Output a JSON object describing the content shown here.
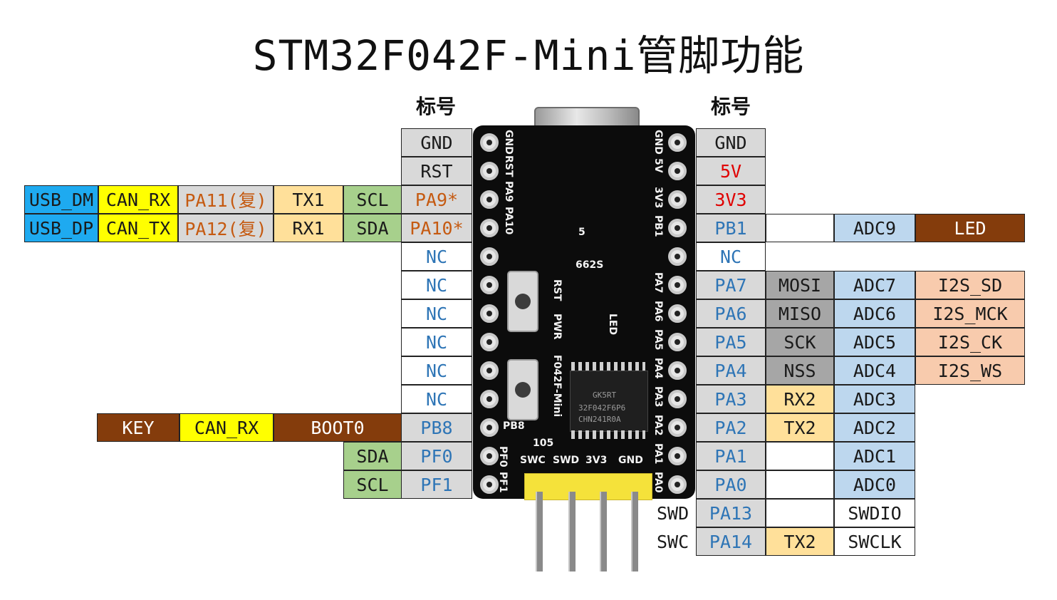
{
  "title": "STM32F042F-Mini管脚功能",
  "left_header": "标号",
  "right_header": "标号",
  "colors": {
    "usb": "#1eaaf0",
    "can": "#ffff00",
    "pa_remap": "#d9d9d9",
    "uart": "#ffe09a",
    "i2c": "#a7d08c",
    "pin": "#d9d9d9",
    "brown": "#843c0c",
    "spi": "#a6a6a6",
    "adc": "#bdd7ee",
    "i2s": "#f8cbad",
    "red_text": "#e00000",
    "orange_text": "#c55a11",
    "blue_text": "#2e75b6"
  },
  "left_pins": [
    {
      "label": "GND"
    },
    {
      "label": "RST"
    },
    {
      "label": "PA9*"
    },
    {
      "label": "PA10*"
    },
    {
      "label": "NC"
    },
    {
      "label": "NC"
    },
    {
      "label": "NC"
    },
    {
      "label": "NC"
    },
    {
      "label": "NC"
    },
    {
      "label": "NC"
    },
    {
      "label": "PB8"
    },
    {
      "label": "PF0"
    },
    {
      "label": "PF1"
    }
  ],
  "left_functions": [
    {
      "row": 2,
      "cells": [
        {
          "text": "USB_DM"
        },
        {
          "text": "CAN_RX"
        },
        {
          "text": "PA11(复)"
        },
        {
          "text": "TX1"
        },
        {
          "text": "SCL"
        }
      ]
    },
    {
      "row": 3,
      "cells": [
        {
          "text": "USB_DP"
        },
        {
          "text": "CAN_TX"
        },
        {
          "text": "PA12(复)"
        },
        {
          "text": "RX1"
        },
        {
          "text": "SDA"
        }
      ]
    },
    {
      "row": 10,
      "cells": [
        {
          "text": "KEY"
        },
        {
          "text": "CAN_RX"
        },
        {
          "text": "BOOT0"
        }
      ]
    },
    {
      "row": 11,
      "cells": [
        {
          "text": "SDA"
        }
      ]
    },
    {
      "row": 12,
      "cells": [
        {
          "text": "SCL"
        }
      ]
    }
  ],
  "right_pins": [
    {
      "label": "GND"
    },
    {
      "label": "5V"
    },
    {
      "label": "3V3"
    },
    {
      "label": "PB1"
    },
    {
      "label": "NC"
    },
    {
      "label": "PA7"
    },
    {
      "label": "PA6"
    },
    {
      "label": "PA5"
    },
    {
      "label": "PA4"
    },
    {
      "label": "PA3"
    },
    {
      "label": "PA2"
    },
    {
      "label": "PA1"
    },
    {
      "label": "PA0"
    },
    {
      "label": "PA13"
    },
    {
      "label": "PA14"
    }
  ],
  "right_functions": [
    {
      "row": 3,
      "cells": [
        {
          "text": ""
        },
        {
          "text": "ADC9"
        },
        {
          "text": "LED"
        }
      ]
    },
    {
      "row": 5,
      "cells": [
        {
          "text": "MOSI"
        },
        {
          "text": "ADC7"
        },
        {
          "text": "I2S_SD"
        }
      ]
    },
    {
      "row": 6,
      "cells": [
        {
          "text": "MISO"
        },
        {
          "text": "ADC6"
        },
        {
          "text": "I2S_MCK"
        }
      ]
    },
    {
      "row": 7,
      "cells": [
        {
          "text": "SCK"
        },
        {
          "text": "ADC5"
        },
        {
          "text": "I2S_CK"
        }
      ]
    },
    {
      "row": 8,
      "cells": [
        {
          "text": "NSS"
        },
        {
          "text": "ADC4"
        },
        {
          "text": "I2S_WS"
        }
      ]
    },
    {
      "row": 9,
      "cells": [
        {
          "text": "RX2"
        },
        {
          "text": "ADC3"
        }
      ]
    },
    {
      "row": 10,
      "cells": [
        {
          "text": "TX2"
        },
        {
          "text": "ADC2"
        }
      ]
    },
    {
      "row": 11,
      "cells": [
        {
          "text": ""
        },
        {
          "text": "ADC1"
        }
      ]
    },
    {
      "row": 12,
      "cells": [
        {
          "text": ""
        },
        {
          "text": "ADC0"
        }
      ]
    },
    {
      "row": 13,
      "cells": [
        {
          "text": ""
        },
        {
          "text": "SWDIO"
        }
      ]
    },
    {
      "row": 14,
      "cells": [
        {
          "text": "TX2"
        },
        {
          "text": "SWCLK"
        }
      ]
    }
  ],
  "swd_labels": {
    "swd": "SWD",
    "swc": "SWC"
  },
  "board": {
    "left_silk": [
      "GND",
      "RST",
      "PA9",
      "PA10"
    ],
    "right_silk": [
      "GND",
      "5V",
      "3V3",
      "PB1",
      "PA7",
      "PA6",
      "PA5",
      "PA4",
      "PA3",
      "PA2",
      "PA1",
      "PA0"
    ],
    "bottom_silk": [
      "SWC",
      "SWD",
      "3V3",
      "GND"
    ],
    "center_silk": [
      "RST",
      "PWR",
      "LED",
      "F042F-Mini",
      "PB8",
      "PF0",
      "PF1"
    ],
    "chip_text": [
      "GK5RT",
      "32F042F6P6",
      "CHN241R0A"
    ],
    "small_parts": [
      "5",
      "662S",
      "105"
    ]
  }
}
